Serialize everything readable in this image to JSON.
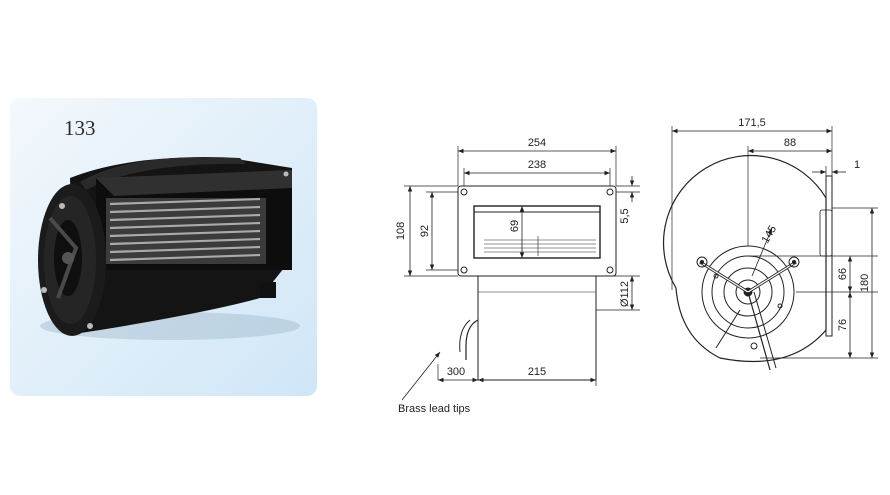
{
  "photo": {
    "model_number": "133"
  },
  "front_view": {
    "dim_254": "254",
    "dim_238": "238",
    "dim_108": "108",
    "dim_92": "92",
    "dim_69": "69",
    "dim_5_5": "5,5",
    "dim_112": "Ø112",
    "dim_300": "300",
    "dim_215": "215",
    "note_brass": "Brass lead tips"
  },
  "side_view": {
    "dim_171_5": "171,5",
    "dim_88": "88",
    "dim_1": "1",
    "dim_145": "145",
    "dim_66": "66",
    "dim_180": "180",
    "dim_76": "76"
  }
}
